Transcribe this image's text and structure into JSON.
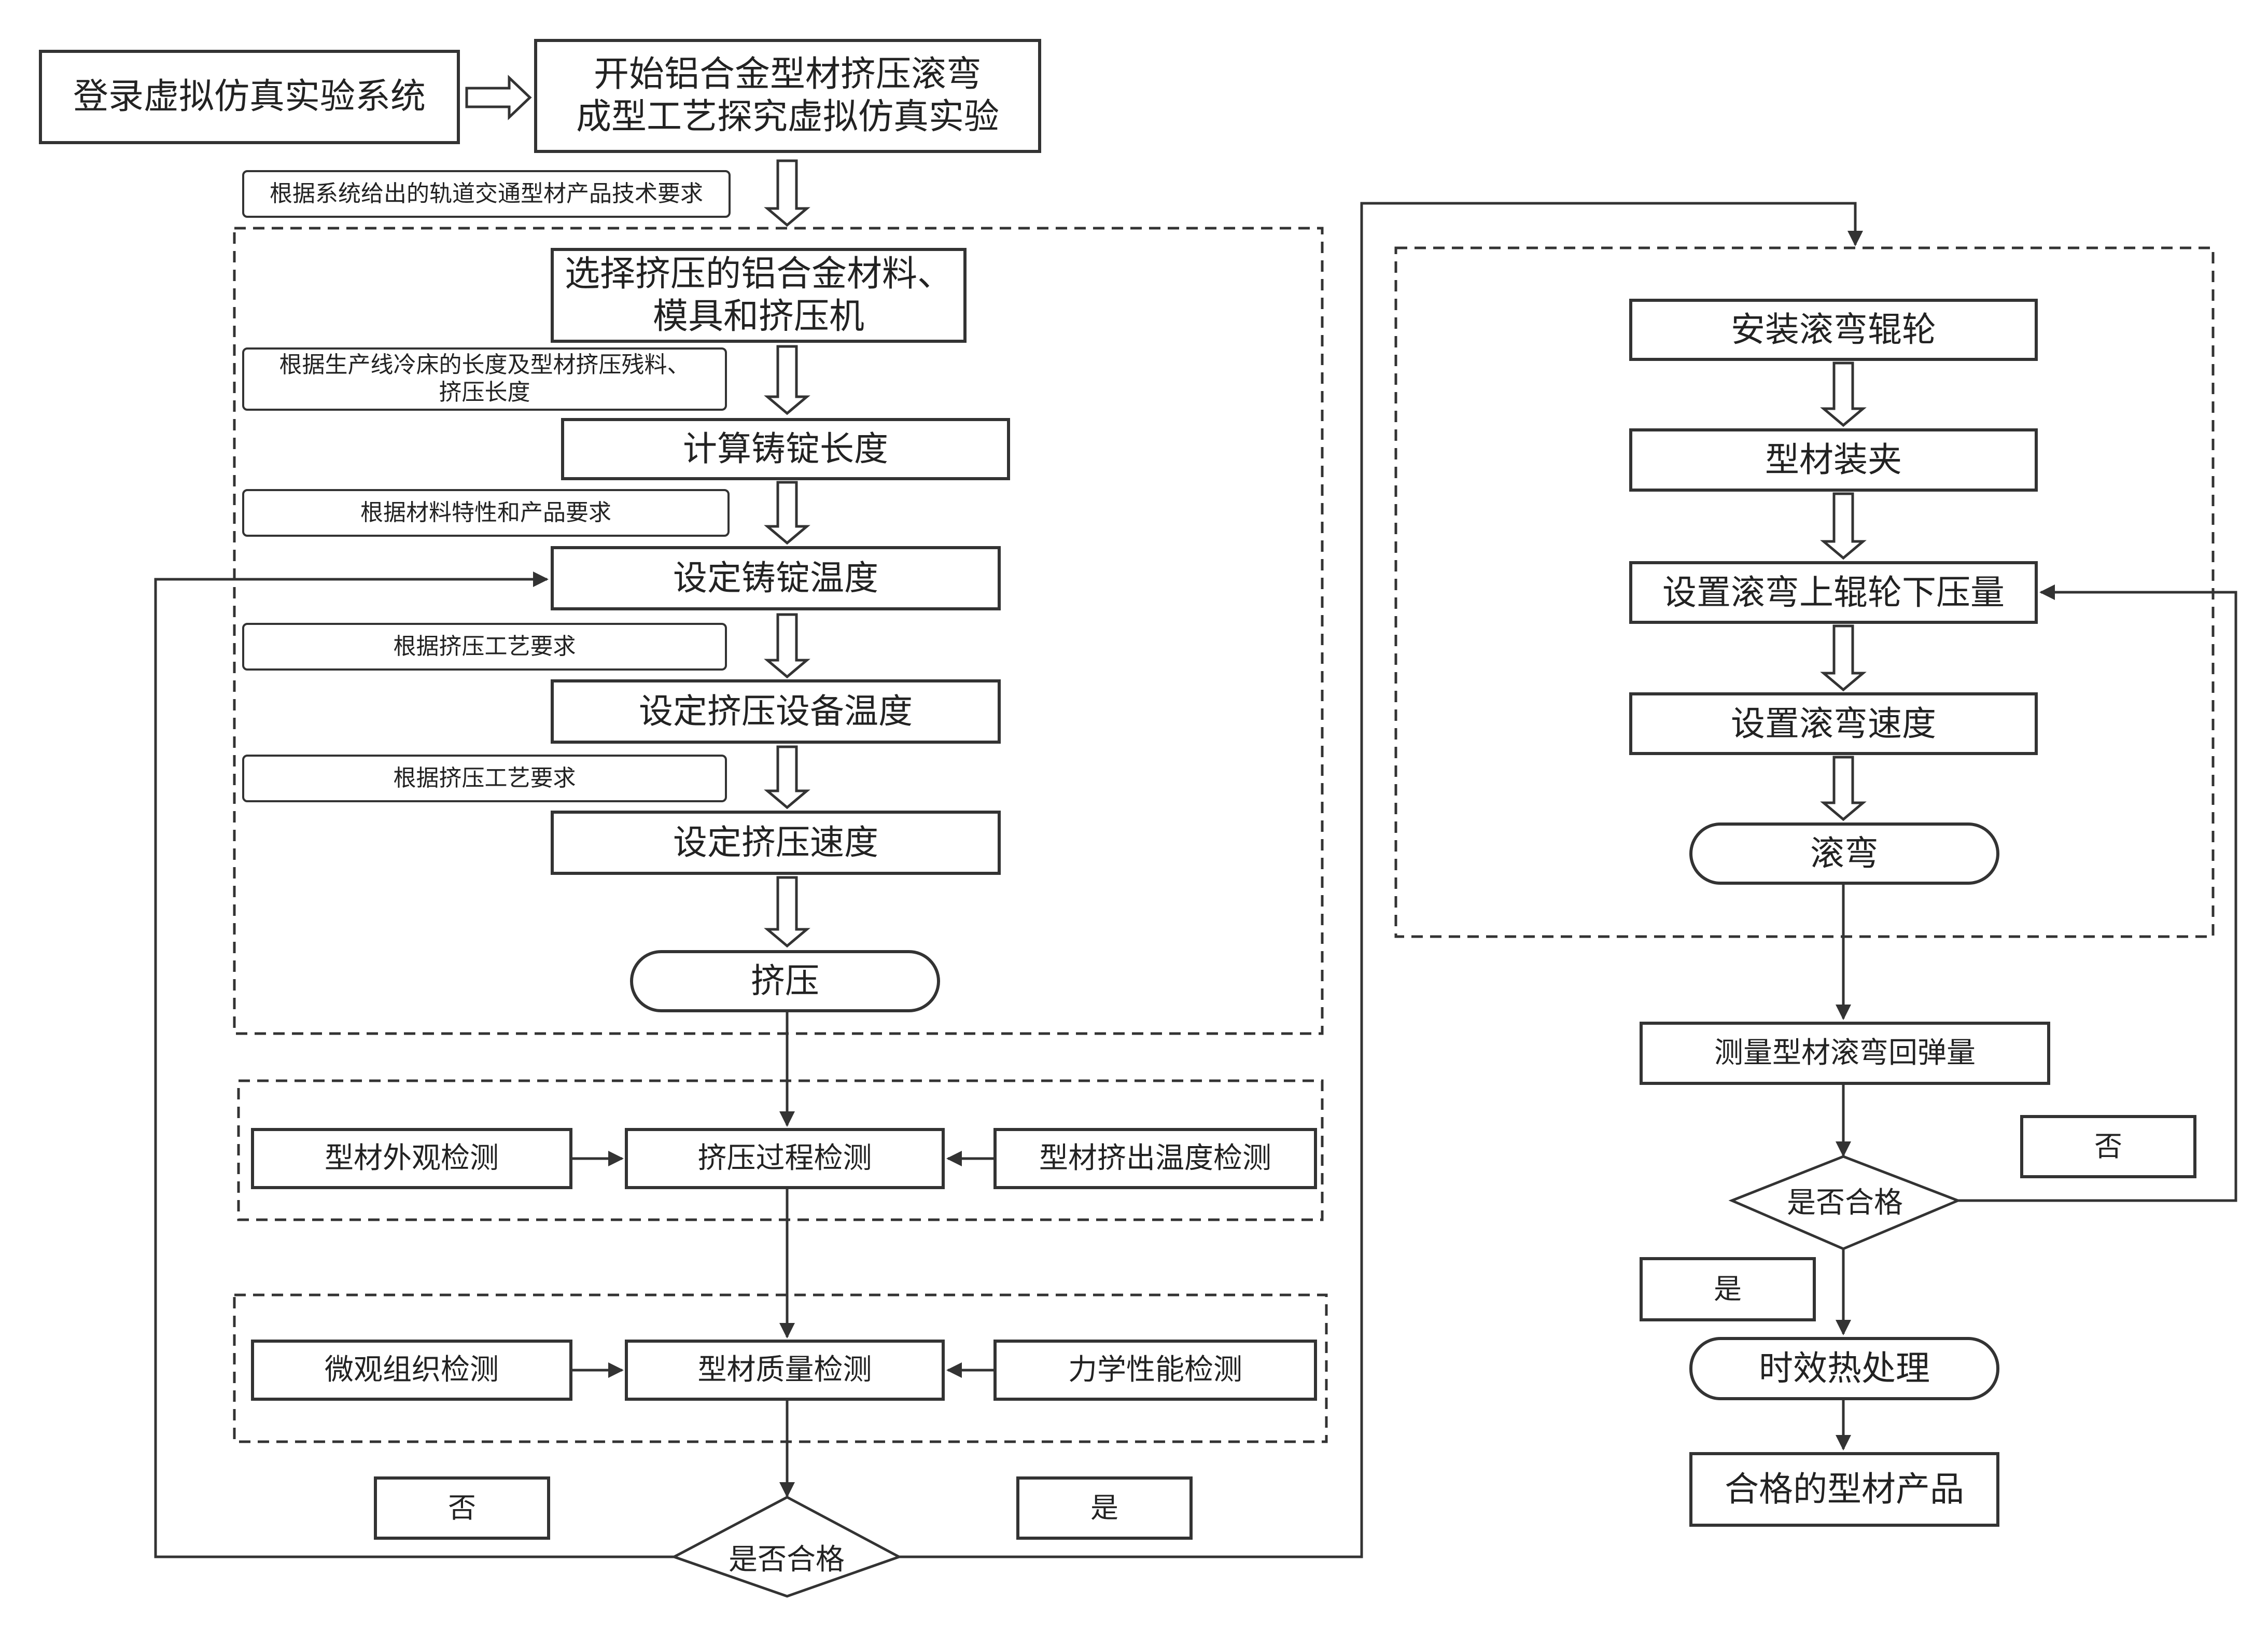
{
  "start": {
    "login": "登录虚拟仿真实验系统",
    "begin": "开始铝合金型材挤压滚弯\n成型工艺探究虚拟仿真实验"
  },
  "notes": {
    "n1": "根据系统给出的轨道交通型材产品技术要求",
    "n2": "根据生产线冷床的长度及型材挤压残料、\n挤压长度",
    "n3": "根据材料特性和产品要求",
    "n4": "根据挤压工艺要求",
    "n5": "根据挤压工艺要求"
  },
  "extrusion": {
    "select": "选择挤压的铝合金材料、\n模具和挤压机",
    "ingot_length": "计算铸锭长度",
    "ingot_temp": "设定铸锭温度",
    "equip_temp": "设定挤压设备温度",
    "speed": "设定挤压速度",
    "extrude": "挤压"
  },
  "process_check": {
    "appearance": "型材外观检测",
    "process": "挤压过程检测",
    "exit_temp": "型材挤出温度检测"
  },
  "quality_check": {
    "micro": "微观组织检测",
    "quality": "型材质量检测",
    "mechanical": "力学性能检测"
  },
  "decision1": {
    "question": "是否合格",
    "no": "否",
    "yes": "是"
  },
  "bending": {
    "install": "安装滚弯辊轮",
    "clamp": "型材装夹",
    "pressdown": "设置滚弯上辊轮下压量",
    "speed": "设置滚弯速度",
    "bend": "滚弯"
  },
  "after": {
    "springback": "测量型材滚弯回弹量",
    "no": "否",
    "question": "是否合格",
    "yes": "是",
    "aging": "时效热处理",
    "product": "合格的型材产品"
  },
  "colors": {
    "stroke": "#333333",
    "dashed": "#333333",
    "text": "#222222",
    "background": "#ffffff"
  }
}
